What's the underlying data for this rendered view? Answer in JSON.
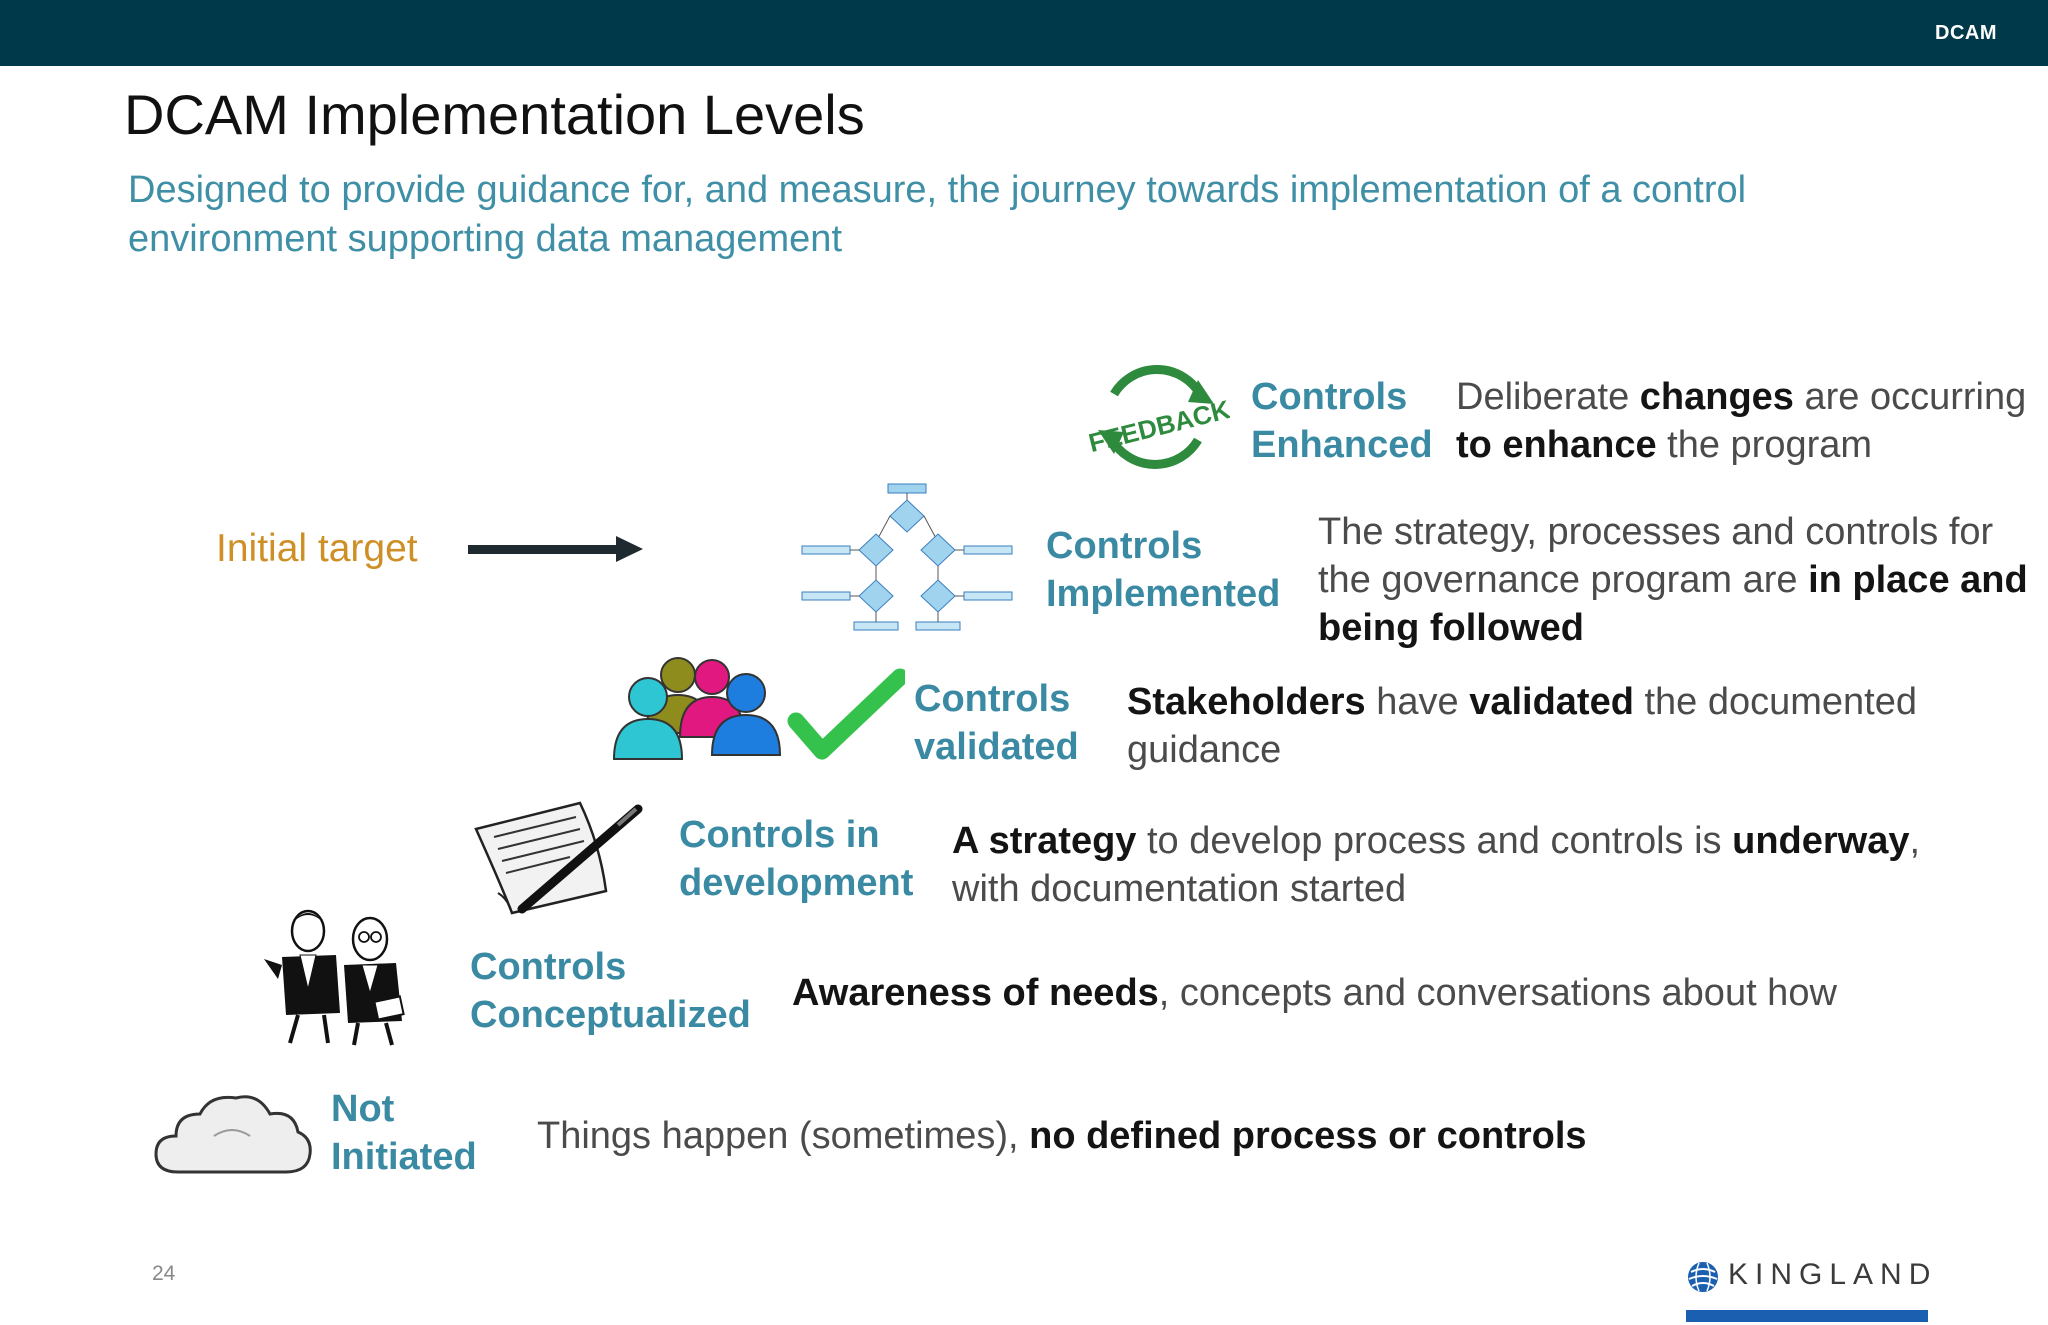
{
  "header": {
    "label": "DCAM"
  },
  "slide": {
    "title": "DCAM Implementation Levels",
    "subtitle": "Designed to provide guidance for, and measure, the journey towards implementation of a control environment supporting data management",
    "initial_target": "Initial target",
    "page_number": "24"
  },
  "levels": [
    {
      "label_line1": "Controls",
      "label_line2": "Enhanced",
      "icon_text": "FEEDBACK",
      "desc": [
        {
          "t": "Deliberate ",
          "b": false
        },
        {
          "t": "changes",
          "b": true
        },
        {
          "t": " are occurring ",
          "b": false
        },
        {
          "t": "to enhance",
          "b": true
        },
        {
          "t": " the program",
          "b": false
        }
      ]
    },
    {
      "label_line1": "Controls",
      "label_line2": "Implemented",
      "desc": [
        {
          "t": "The strategy, processes and controls for the governance program are ",
          "b": false
        },
        {
          "t": "in place and being followed",
          "b": true
        }
      ]
    },
    {
      "label_line1": "Controls",
      "label_line2": "validated",
      "desc": [
        {
          "t": "Stakeholders",
          "b": true
        },
        {
          "t": " have ",
          "b": false
        },
        {
          "t": "validated",
          "b": true
        },
        {
          "t": " the documented guidance",
          "b": false
        }
      ]
    },
    {
      "label_line1": "Controls in",
      "label_line2": "development",
      "desc": [
        {
          "t": "A strategy",
          "b": true
        },
        {
          "t": " to develop process and controls is ",
          "b": false
        },
        {
          "t": "underway",
          "b": true
        },
        {
          "t": ", with documentation started",
          "b": false
        }
      ]
    },
    {
      "label_line1": "Controls",
      "label_line2": "Conceptualized",
      "desc": [
        {
          "t": "Awareness of needs",
          "b": true
        },
        {
          "t": ", concepts and conversations about how",
          "b": false
        }
      ]
    },
    {
      "label_line1": "Not",
      "label_line2": "Initiated",
      "desc": [
        {
          "t": "Things happen (sometimes), ",
          "b": false
        },
        {
          "t": "no defined process or controls",
          "b": true
        }
      ]
    }
  ],
  "logo": {
    "text": "KINGLAND"
  },
  "colors": {
    "topbar": "#003a4a",
    "label": "#3a8aa3",
    "subtitle": "#3f8fa6",
    "target": "#cf8f27",
    "logo_bar": "#1b5fb0"
  }
}
